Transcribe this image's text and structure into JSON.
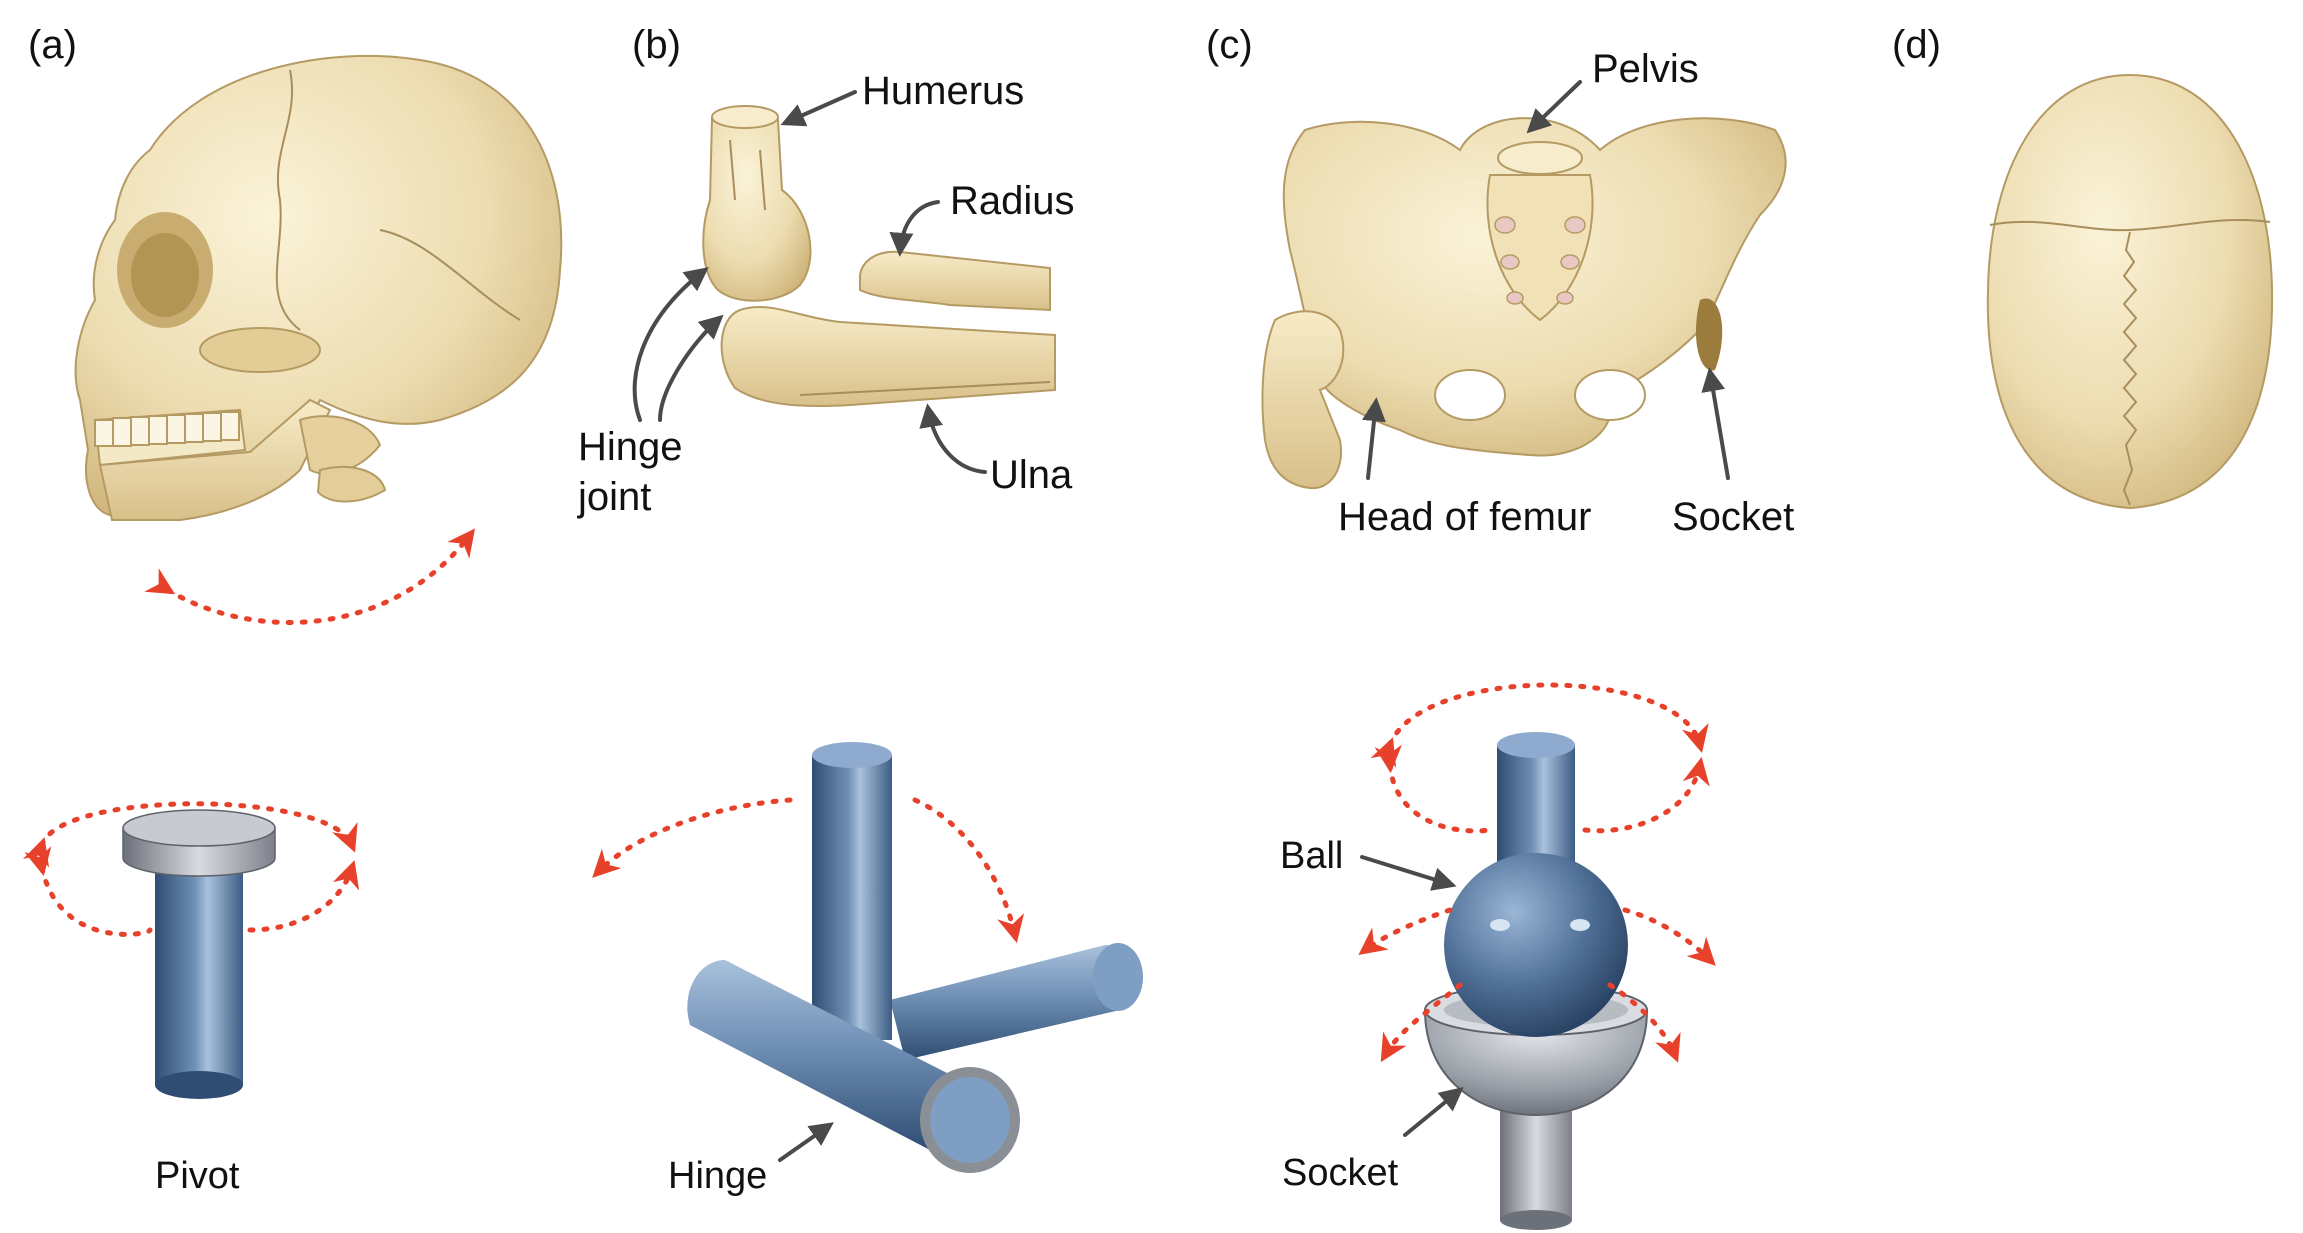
{
  "panels": [
    {
      "letter": "(a)",
      "anatomy": "skull-side-view",
      "mechanical_label": "Pivot"
    },
    {
      "letter": "(b)",
      "anatomy": "elbow",
      "mechanical_label": "Hinge"
    },
    {
      "letter": "(c)",
      "anatomy": "pelvis",
      "mechanical_label": "Socket"
    },
    {
      "letter": "(d)",
      "anatomy": "skull-top-view"
    }
  ],
  "labels": {
    "humerus": "Humerus",
    "radius": "Radius",
    "ulna": "Ulna",
    "hinge_joint_line1": "Hinge",
    "hinge_joint_line2": "joint",
    "pelvis": "Pelvis",
    "head_of_femur": "Head of femur",
    "socket_bone": "Socket",
    "ball": "Ball"
  },
  "colors": {
    "bone": "#ecdcb0",
    "bone_shadow": "#d6bd83",
    "metal_blue": "#4f6f96",
    "metal_gray": "#9aa0a8",
    "motion_arrow": "#e8412b",
    "pointer": "#4a4a4a"
  },
  "icons": [
    "curved-double-arrow",
    "pointer-arrow"
  ]
}
